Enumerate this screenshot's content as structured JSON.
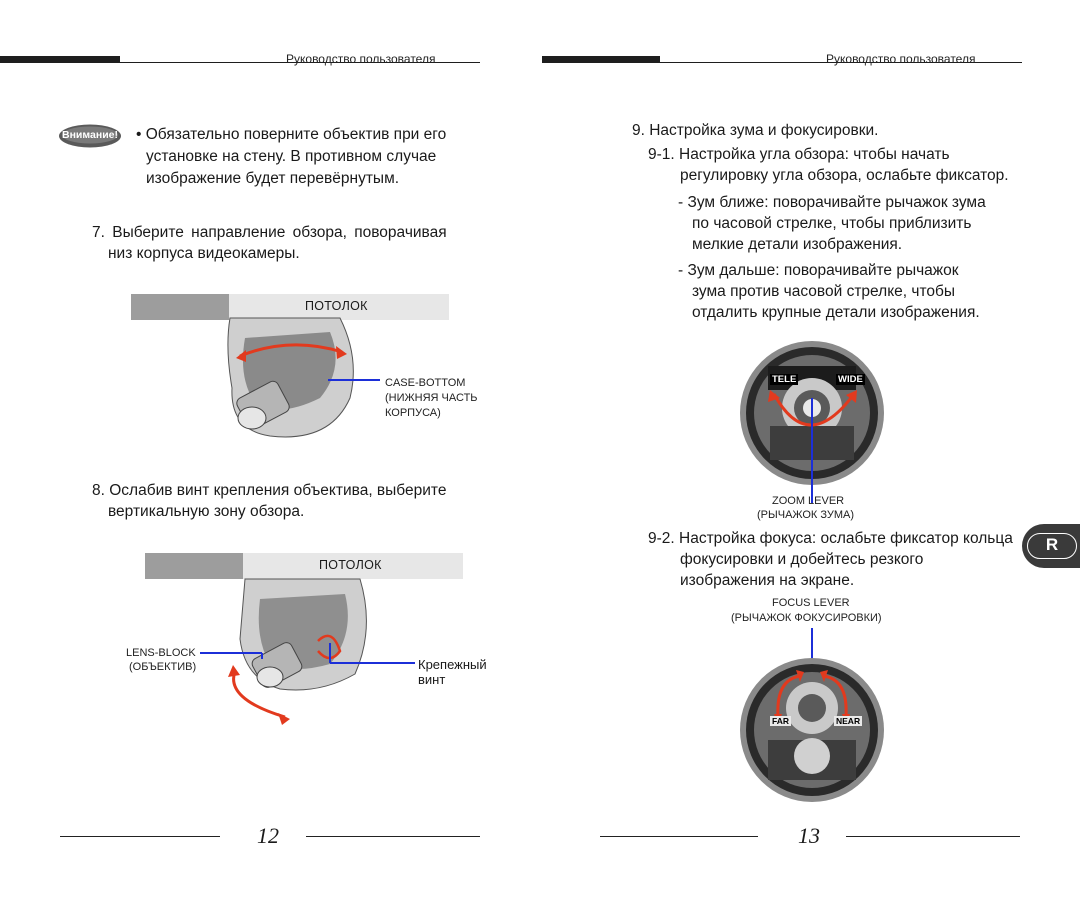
{
  "left": {
    "header": "Руководство пользователя",
    "caution_badge": "Внимание!",
    "caution_text": [
      "• Обязательно поверните объектив при его",
      "установке на стену. В противном случае",
      "изображение будет перевёрнутым."
    ],
    "step7": [
      "7. Выберите направление обзора, поворачивая",
      "низ корпуса видеокамеры."
    ],
    "fig1": {
      "ceiling": "ПОТОЛОК",
      "label": [
        "CASE-BOTTOM",
        "(НИЖНЯЯ ЧАСТЬ",
        "КОРПУСА)"
      ]
    },
    "step8": [
      "8. Ослабив винт крепления объектива, выберите",
      "вертикальную зону обзора."
    ],
    "fig2": {
      "ceiling": "ПОТОЛОК",
      "lens_label": [
        "LENS-BLOCK",
        "(ОБЪЕКТИВ)"
      ],
      "screw_label": [
        "Крепежный",
        "винт"
      ]
    },
    "page_number": "12"
  },
  "right": {
    "header": "Руководство пользователя",
    "step9": "9. Настройка зума и фокусировки.",
    "step9_1": [
      "9-1. Настройка угла обзора: чтобы начать",
      "регулировку угла обзора, ослабьте фиксатор."
    ],
    "zoom_in": [
      "- Зум ближе: поворачивайте рычажок зума",
      "по часовой стрелке, чтобы приблизить",
      "мелкие детали изображения."
    ],
    "zoom_out": [
      "- Зум дальше: поворачивайте рычажок",
      "зума против часовой стрелке, чтобы",
      "отдалить крупные детали изображения."
    ],
    "fig3": {
      "tele": "TELE",
      "wide": "WIDE",
      "label": [
        "ZOOM LEVER",
        "(РЫЧАЖОК ЗУМА)"
      ]
    },
    "step9_2": [
      "9-2. Настройка фокуса: ослабьте фиксатор кольца",
      "фокусировки и добейтесь резкого",
      "изображения на экране."
    ],
    "fig4": {
      "label": [
        "FOCUS LEVER",
        "(РЫЧАЖОК ФОКУСИРОВКИ)"
      ],
      "far": "FAR",
      "near": "NEAR"
    },
    "tab": "R",
    "page_number": "13"
  },
  "colors": {
    "arrow": "#e23a1e",
    "leader": "#1c2fd8",
    "dark_bar": "#1e1e1e"
  }
}
